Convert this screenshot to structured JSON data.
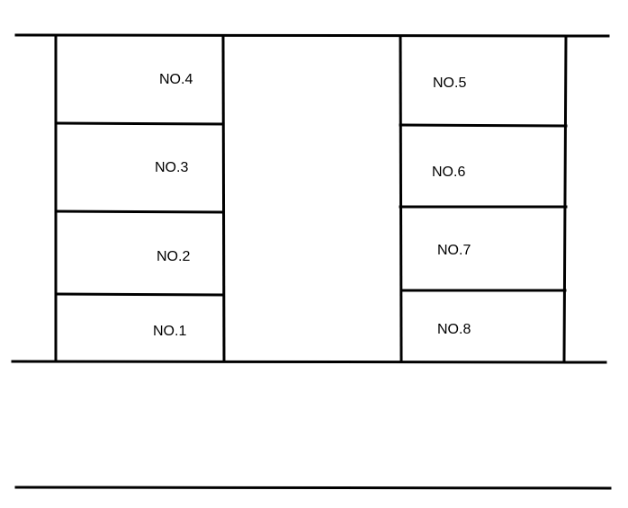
{
  "diagram": {
    "line_color": "#000000",
    "background": "#ffffff",
    "left_block": {
      "slots": [
        {
          "label": "NO.4"
        },
        {
          "label": "NO.3"
        },
        {
          "label": "NO.2"
        },
        {
          "label": "NO.1"
        }
      ]
    },
    "right_block": {
      "slots": [
        {
          "label": "NO.5"
        },
        {
          "label": "NO.6"
        },
        {
          "label": "NO.7"
        },
        {
          "label": "NO.8"
        }
      ]
    }
  }
}
